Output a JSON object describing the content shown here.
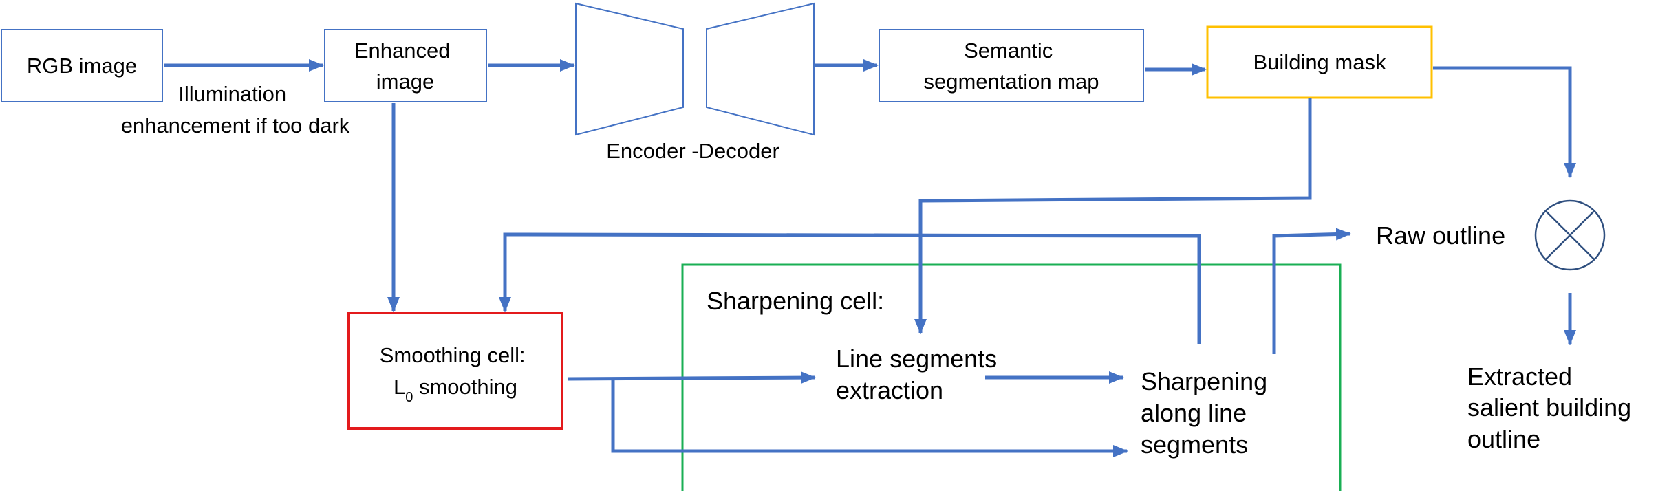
{
  "nodes": {
    "rgb_image": "RGB image",
    "enhanced_image": [
      "Enhanced",
      "image"
    ],
    "illumination_note": [
      "Illumination",
      "enhancement if too dark"
    ],
    "encoder_decoder": "Encoder -Decoder",
    "semantic_map": [
      "Semantic",
      "segmentation map"
    ],
    "building_mask": "Building mask",
    "raw_outline": "Raw outline",
    "extracted_outline": [
      "Extracted",
      "salient building",
      "outline"
    ],
    "smoothing_cell": {
      "line1": "Smoothing cell:",
      "l_main": "L",
      "l_sub": "0",
      "line2_rest": " smoothing"
    },
    "sharpening_cell": "Sharpening cell:",
    "line_segments": [
      "Line segments",
      "extraction"
    ],
    "sharpening_along": [
      "Sharpening",
      "along line",
      "segments"
    ]
  },
  "colors": {
    "flow": "#4472C4",
    "box_border": "#4472C4",
    "building_mask_border": "#FFC000",
    "smoothing_border": "#E31A1C",
    "sharpening_border": "#1AAF54",
    "text": "#000000"
  }
}
